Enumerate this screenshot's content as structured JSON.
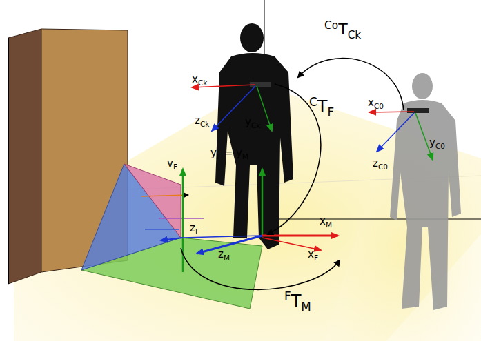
{
  "diagram": {
    "labels": [
      "CoTCk",
      "xCk",
      "zCk",
      "yCk",
      "CTF",
      "yF = yM",
      "xC0",
      "yC0",
      "zC0",
      "vF",
      "xM",
      "zF",
      "zM",
      "xF",
      "FTM"
    ]
  }
}
